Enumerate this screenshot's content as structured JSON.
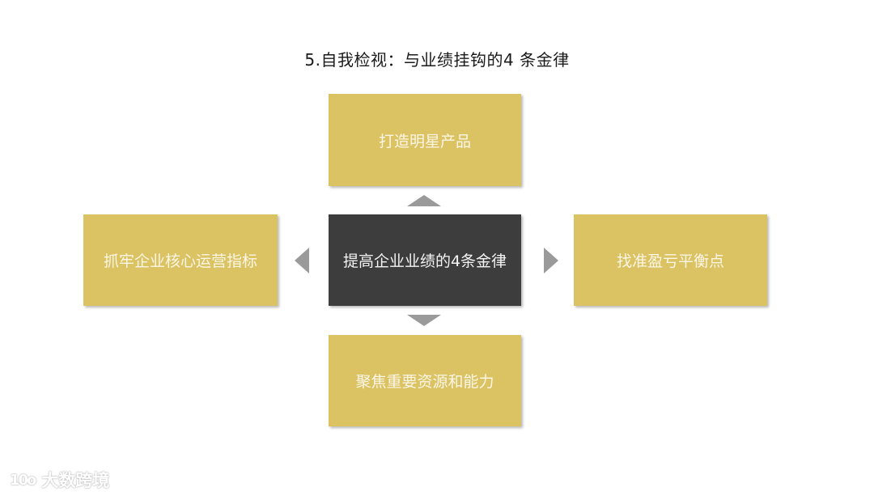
{
  "title": "5.自我检视：与业绩挂钩的4 条金律",
  "diagram": {
    "center": "提高企业业绩的4条金律",
    "top": "打造明星产品",
    "left": "抓牢企业核心运营指标",
    "right": "找准盈亏平衡点",
    "bottom": "聚焦重要资源和能力"
  },
  "colors": {
    "gold": "#dbc263",
    "dark": "#3d3d3d",
    "arrow": "#9a9a9a"
  },
  "watermark": {
    "logo": "10o",
    "text": "大数跨境"
  }
}
